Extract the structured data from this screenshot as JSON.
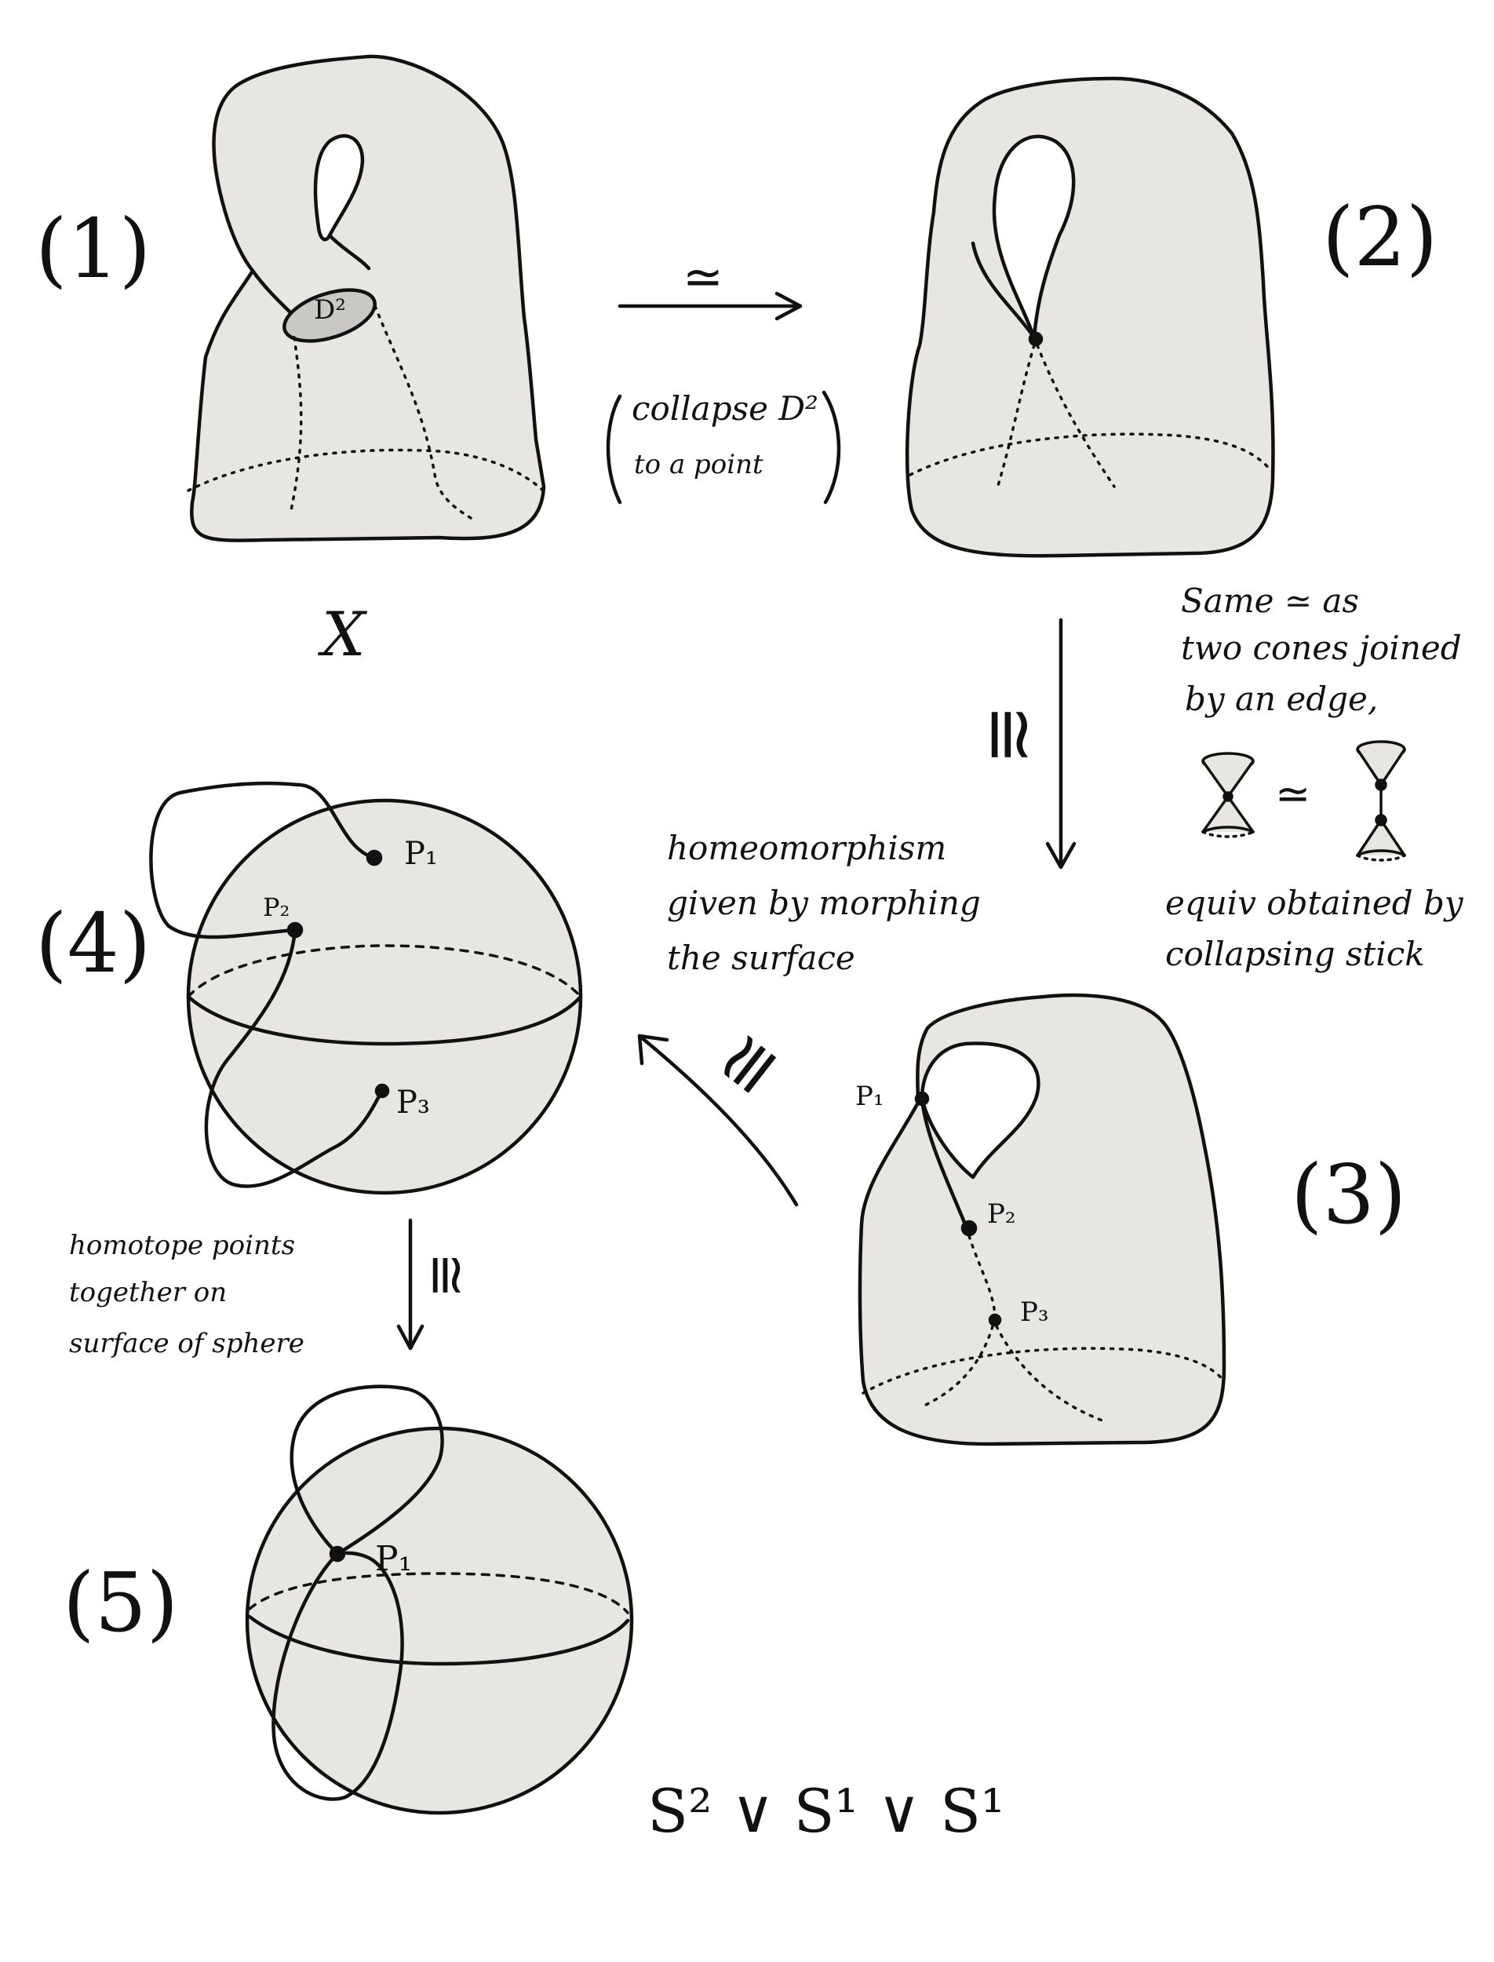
{
  "labels": {
    "step1": "(1)",
    "step2": "(2)",
    "step3": "(3)",
    "step4": "(4)",
    "step5": "(5)",
    "space_x": "X",
    "disk": "D²",
    "arrow_1_2": "≃",
    "collapse_line1": "collapse  D²",
    "collapse_line2": "to  a  point",
    "arrow_2_3": "≅",
    "same_line1": "Same  ≃  as",
    "same_line2": "two  cones  joined",
    "same_line3": "by  an  edge,",
    "cones_equiv": "≃",
    "equiv_line1": "equiv  obtained  by",
    "equiv_line2": "collapsing  stick",
    "homeo_line1": "homeomorphism",
    "homeo_line2": "given  by  morphing",
    "homeo_line3": "the  surface",
    "arrow_3_4": "≅",
    "homotope_line1": "homotope  points",
    "homotope_line2": "together  on",
    "homotope_line3": "surface  of  sphere",
    "arrow_4_5": "≅",
    "p1": "P₁",
    "p2": "P₂",
    "p3": "P₃",
    "result": "S² ∨ S¹ ∨ S¹"
  },
  "colors": {
    "fill": "#e7e6e3",
    "disk_fill": "#c9c8c5",
    "stroke": "#111111"
  }
}
